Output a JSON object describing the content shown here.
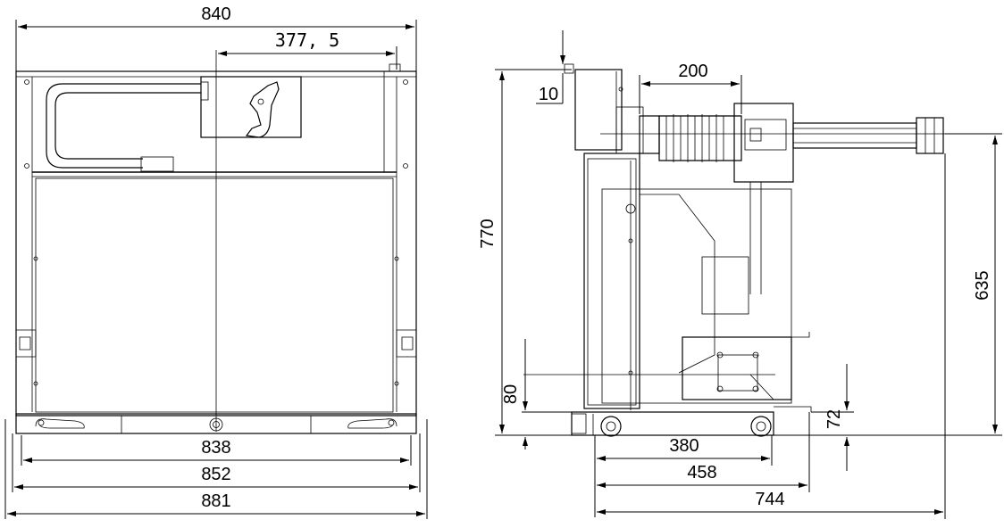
{
  "front_view": {
    "dim_overall_top": "840",
    "dim_handle_offset": "377, 5",
    "dim_bottom_1": "838",
    "dim_bottom_2": "852",
    "dim_bottom_3": "881"
  },
  "side_view": {
    "dim_height_total": "770",
    "dim_top_step": "10",
    "dim_bushing": "200",
    "dim_contact_height": "635",
    "dim_lower_80": "80",
    "dim_lower_72": "72",
    "dim_base_380": "380",
    "dim_base_458": "458",
    "dim_base_744": "744"
  }
}
